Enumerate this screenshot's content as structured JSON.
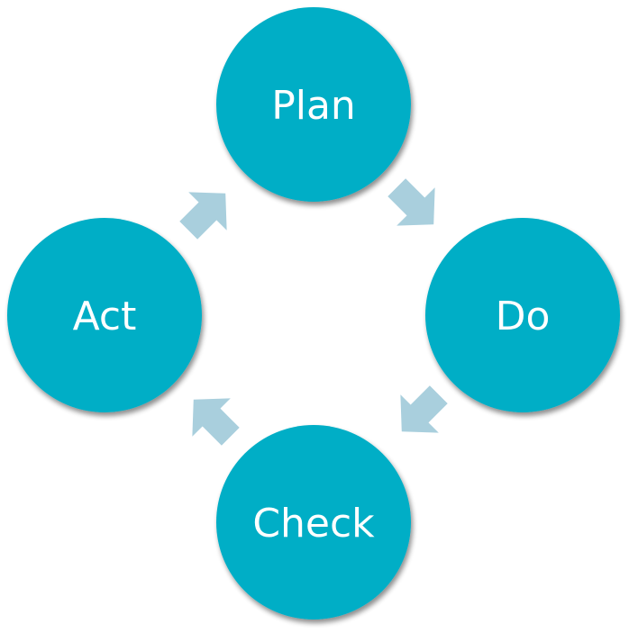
{
  "diagram": {
    "type": "cycle",
    "node_color": "#00aec6",
    "arrow_color": "#a9cfdd",
    "shadow_color": "#8a8a8a",
    "nodes": [
      {
        "id": "plan",
        "label": "Plan"
      },
      {
        "id": "do",
        "label": "Do"
      },
      {
        "id": "check",
        "label": "Check"
      },
      {
        "id": "act",
        "label": "Act"
      }
    ],
    "edges": [
      {
        "from": "plan",
        "to": "do"
      },
      {
        "from": "do",
        "to": "check"
      },
      {
        "from": "check",
        "to": "act"
      },
      {
        "from": "act",
        "to": "plan"
      }
    ]
  }
}
